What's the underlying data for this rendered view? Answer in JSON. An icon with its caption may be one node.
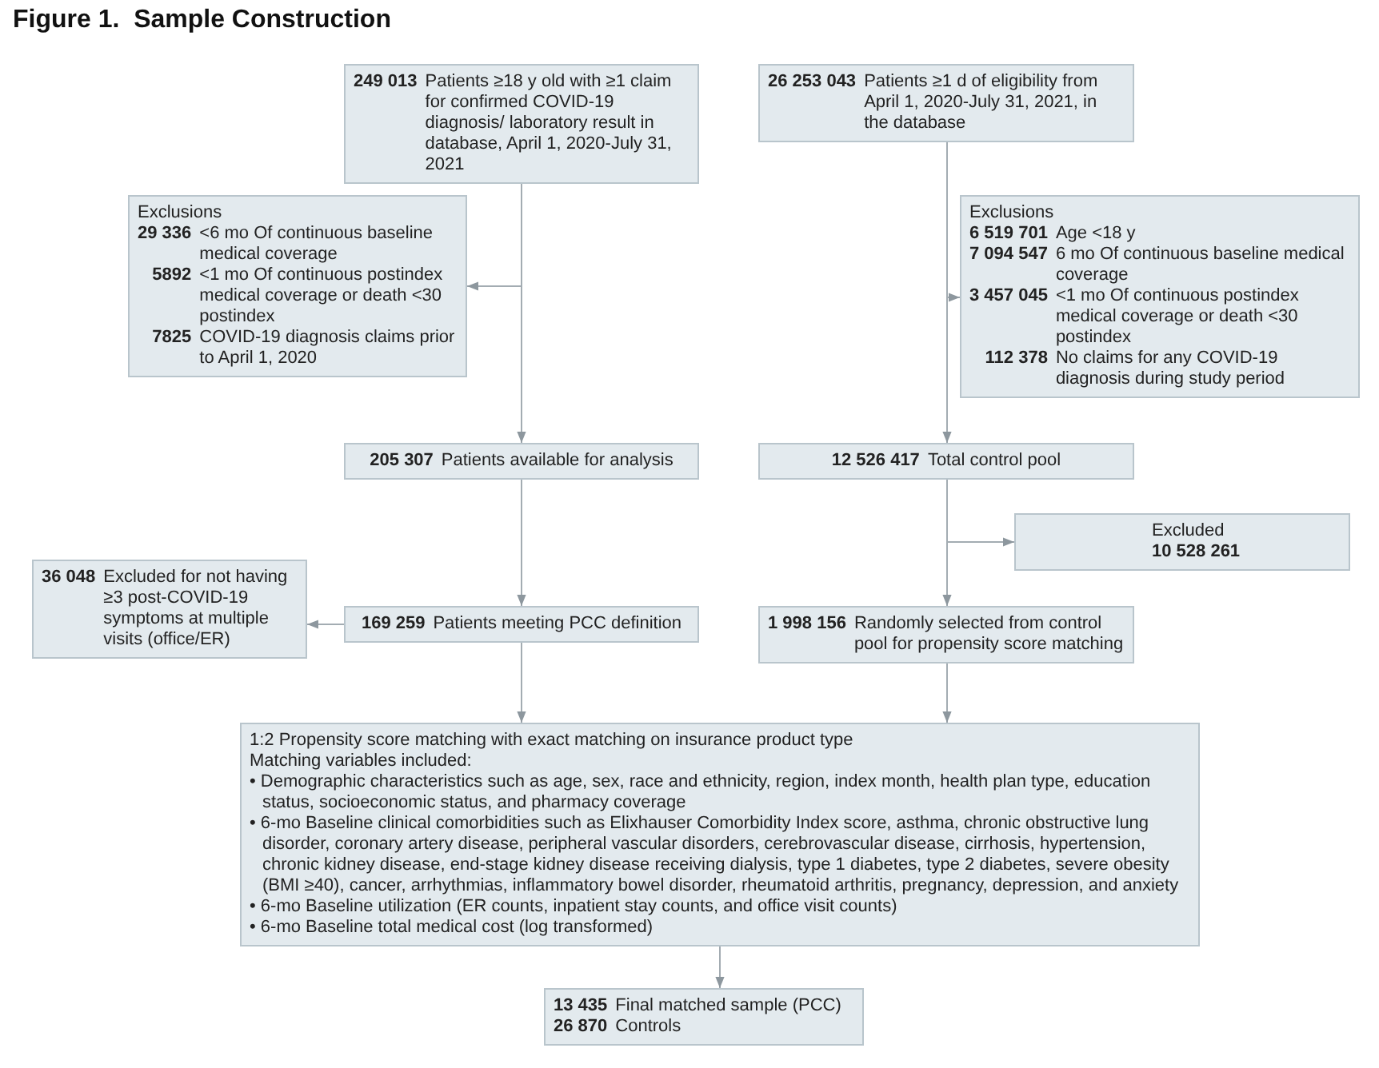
{
  "diagram": {
    "title": "Figure 1.  Sample Construction",
    "nodes": [
      {
        "text": [
          "249 013",
          "Patients ≥18 y old with ≥1 claim for confirmed COVID-19 diagnosis/ laboratory result in database, April 1, 2020-July 31, 2021"
        ]
      },
      {
        "text": [
          "26 253 043",
          "Patients ≥1 d of eligibility from April 1, 2020-July 31, 2021, in the database"
        ]
      },
      {
        "text": [
          "Exclusions",
          "29 336",
          "<6 mo Of continuous baseline medical coverage",
          "5892",
          "<1 mo Of continuous postindex medical coverage or death <30 postindex",
          "7825",
          "COVID-19 diagnosis claims prior to April 1, 2020"
        ]
      },
      {
        "text": [
          "Exclusions",
          "6 519 701",
          "Age <18 y",
          "7 094 547",
          "6 mo Of continuous baseline medical coverage",
          "3 457 045",
          "<1 mo Of continuous postindex medical coverage or death <30 postindex",
          "112 378",
          "No claims for any COVID-19 diagnosis during study period"
        ]
      },
      {
        "text": [
          "205 307",
          "Patients available for analysis"
        ]
      },
      {
        "text": [
          "12 526 417",
          "Total control pool"
        ]
      },
      {
        "text": [
          "Excluded",
          "10 528 261"
        ]
      },
      {
        "text": [
          "36 048",
          "Excluded for not having ≥3 post-COVID-19 symptoms at multiple visits (office/ER)"
        ]
      },
      {
        "text": [
          "169 259",
          "Patients meeting PCC definition"
        ]
      },
      {
        "text": [
          "1 998 156",
          "Randomly selected from control pool for propensity score matching"
        ]
      },
      {
        "text": [
          "1:2 Propensity score matching with exact matching on insurance product type",
          "Matching variables included:",
          "• Demographic characteristics such as age, sex, race and ethnicity, region, index month, health plan type, education status, socioeconomic status, and pharmacy coverage",
          "• 6-mo Baseline clinical comorbidities such as Elixhauser Comorbidity Index score, asthma, chronic obstructive lung disorder, coronary artery disease, peripheral vascular disorders, cerebrovascular disease, cirrhosis, hypertension, chronic kidney disease, end-stage kidney disease receiving dialysis, type 1 diabetes, type 2 diabetes, severe obesity (BMI ≥40), cancer, arrhythmias, inflammatory bowel disorder, rheumatoid arthritis, pregnancy, depression, and anxiety",
          "• 6-mo Baseline utilization (ER counts, inpatient stay counts, and office visit counts)",
          "• 6-mo Baseline total medical cost (log transformed)"
        ]
      },
      {
        "text": [
          "13 435",
          "Final matched sample (PCC)",
          "26 870",
          "Controls"
        ]
      }
    ],
    "edges": [
      {
        "from": 0,
        "to": 4,
        "arrow": "to"
      },
      {
        "from": 0,
        "to": 2,
        "arrow": "to"
      },
      {
        "from": 1,
        "to": 5,
        "arrow": "to"
      },
      {
        "from": 1,
        "to": 3,
        "arrow": "to"
      },
      {
        "from": 4,
        "to": 8,
        "arrow": "to"
      },
      {
        "from": 8,
        "to": 7,
        "arrow": "to"
      },
      {
        "from": 5,
        "to": 9,
        "arrow": "to"
      },
      {
        "from": 5,
        "to": 6,
        "arrow": "to"
      },
      {
        "from": 8,
        "to": 10,
        "arrow": "to"
      },
      {
        "from": 9,
        "to": 10,
        "arrow": "to"
      },
      {
        "from": 10,
        "to": 11,
        "arrow": "to"
      }
    ]
  }
}
